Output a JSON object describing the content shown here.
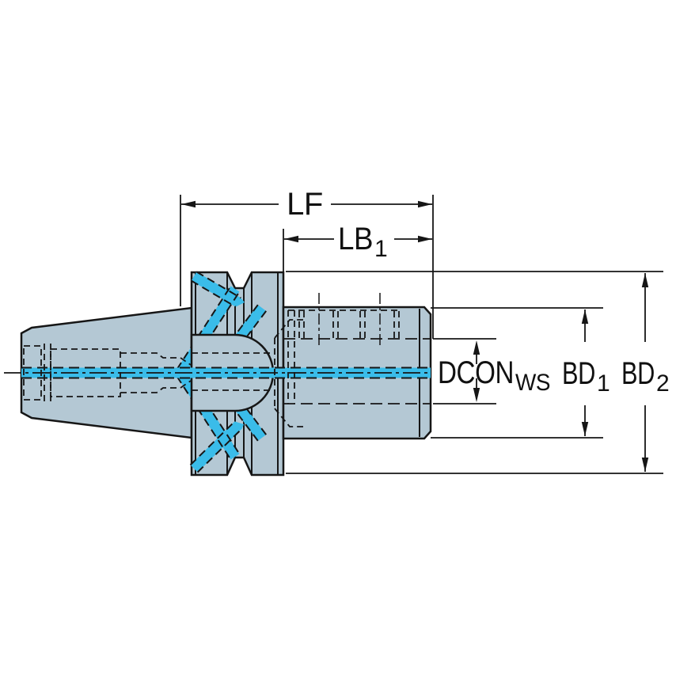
{
  "drawing": {
    "type": "technical-dimension-diagram",
    "subject": "tool-holder-adapter-side-view"
  },
  "colors": {
    "background": "#ffffff",
    "body": "#b4c8d4",
    "outline": "#161616",
    "coolant": "#3abce9",
    "dimension_text": "#111111"
  },
  "dimensions": {
    "lf": {
      "label": "LF"
    },
    "lb1": {
      "label": "LB",
      "subscript": "1"
    },
    "dcon": {
      "label": "DCON",
      "subscript": "WS"
    },
    "bd1": {
      "label": "BD",
      "subscript": "1"
    },
    "bd2": {
      "label": "BD",
      "subscript": "2"
    }
  }
}
